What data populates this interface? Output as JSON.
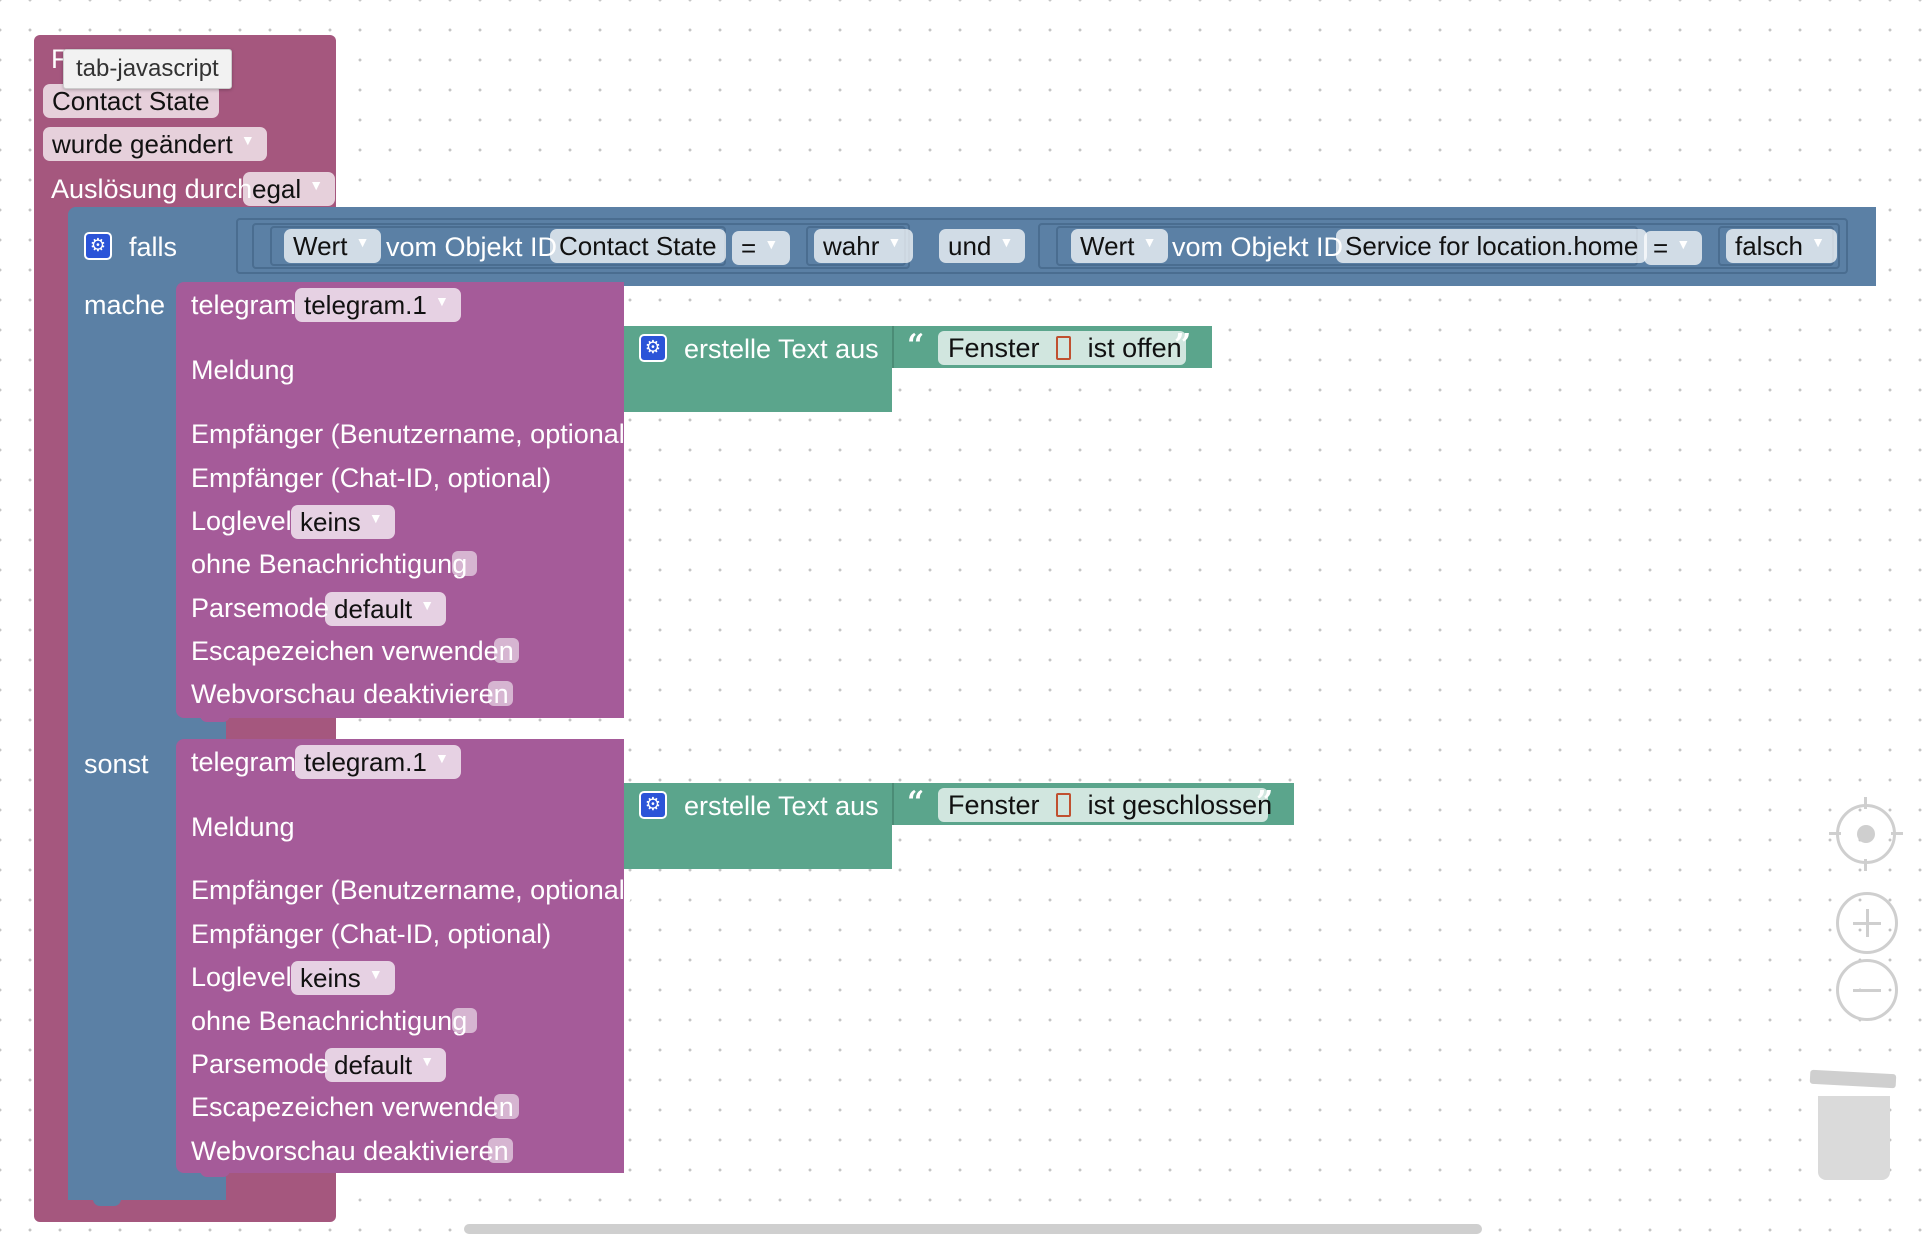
{
  "tooltip": "tab-javascript",
  "trigger": {
    "object_field": "Contact State",
    "condition_dropdown": "wurde geändert",
    "trigger_label": "Auslösung durch",
    "trigger_dropdown": "egal"
  },
  "if_block": {
    "falls_label": "falls",
    "mache_label": "mache",
    "sonst_label": "sonst",
    "cond1": {
      "prop": "Wert",
      "of_label": "vom Objekt ID",
      "object": "Contact State",
      "op": "=",
      "value": "wahr"
    },
    "logic_op": "und",
    "cond2": {
      "prop": "Wert",
      "of_label": "vom Objekt ID",
      "object": "Service for location.home",
      "op": "=",
      "value": "falsch"
    }
  },
  "telegram_blocks": [
    {
      "title": "telegram",
      "instance": "telegram.1",
      "message_label": "Meldung",
      "recipient_user_label": "Empfänger (Benutzername, optional)",
      "recipient_chat_label": "Empfänger (Chat-ID, optional)",
      "loglevel_label": "Loglevel",
      "loglevel_value": "keins",
      "silent_label": "ohne Benachrichtigung",
      "parsemode_label": "Parsemode",
      "parsemode_value": "default",
      "escape_label": "Escapezeichen verwenden",
      "webpreview_label": "Webvorschau deaktivieren",
      "text_join_label": "erstelle Text aus",
      "text_part1": "Fenster",
      "text_part2": "ist offen"
    },
    {
      "title": "telegram",
      "instance": "telegram.1",
      "message_label": "Meldung",
      "recipient_user_label": "Empfänger (Benutzername, optional)",
      "recipient_chat_label": "Empfänger (Chat-ID, optional)",
      "loglevel_label": "Loglevel",
      "loglevel_value": "keins",
      "silent_label": "ohne Benachrichtigung",
      "parsemode_label": "Parsemode",
      "parsemode_value": "default",
      "escape_label": "Escapezeichen verwenden",
      "webpreview_label": "Webvorschau deaktivieren",
      "text_join_label": "erstelle Text aus",
      "text_part1": "Fenster",
      "text_part2": "ist geschlossen"
    }
  ],
  "colors": {
    "trigger_block": "#a5577e",
    "logic_block": "#5b80a5",
    "telegram_block": "#a55b99",
    "text_block": "#5ba58c"
  },
  "icons": [
    "gear-icon",
    "open-quote-icon",
    "close-quote-icon",
    "door-icon",
    "recenter-icon",
    "zoom-in-icon",
    "zoom-out-icon",
    "trash-icon"
  ]
}
